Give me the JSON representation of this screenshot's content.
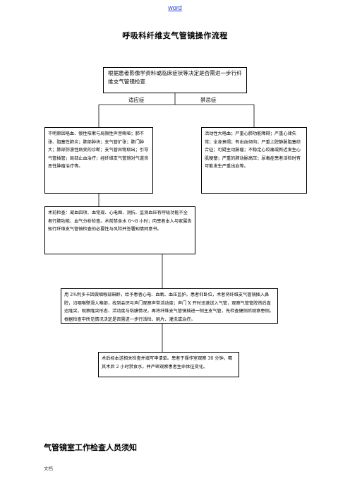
{
  "header_link": "word",
  "title": "呼吸科纤维支气管镜操作流程",
  "boxes": {
    "decision": "根据患者影像学资料或临床症状等决定是否需进一步行纤维支气管镜检查",
    "indications": "不明原因咯血、慢性咳嗽与局限性声音嘶哑；肺不张、阻塞性肺炎；肺部肿块；支气管扩张；肺门肿大；肺部弥漫性病变的诊断；支气管异物取出；引导气管插管；局部止血治疗；经纤维支气管镜对气道良恶性肿瘤治疗等。",
    "contraindications": "活动性大咯血；严重心肺功能障碍；严重心律失常；全身衰竭；有出血倾向；严重上腔静脉阻塞综合征；可疑主动脉瘤；不稳定心绞痛或新近发生心肌梗塞；严重的肺动脉高压；尿毒症患者活检时有可能发生严重出血等。",
    "pre_check": "术前检查：凝血四项、血常规、心电图、测抗、监测血压有呼吸功能不全者行肺功能、血气分析检查。术前禁食水 6～8 小时；向患者本人与家属告知行纤维支气管镜检查的必要性与风险并签署知情同意书。",
    "procedure": "用 2%利多卡因做咽喉部麻醉，给予患者心电、血氧、血压监护。患者仰卧位，术者将纤维支气管镜插入鼻腔，沿咽喉壁滑入喉部，找到会厌与声门观察声带活动度；声门 X 开时迅速送入气管，观察气管管腔然后直达隆突，观察隆突形态、活动度与粘膜情况，再将纤维支气管镜插进一侧主支气管，先检查健侧后观察患侧。根据检查中所见情况决定是否需进一步行活检、刷片、灌洗或治疗。",
    "post": "术后标本送相关检查并填写申请单。患者于操作室观察 30 分钟，嘱其术后 2 小时禁食水，并严密观察患者生命体征变化。"
  },
  "labels": {
    "indication": "适应症",
    "contraindication": "禁忌症"
  },
  "section_title": "气管镜室工作检查人员须知",
  "footer": "文档"
}
